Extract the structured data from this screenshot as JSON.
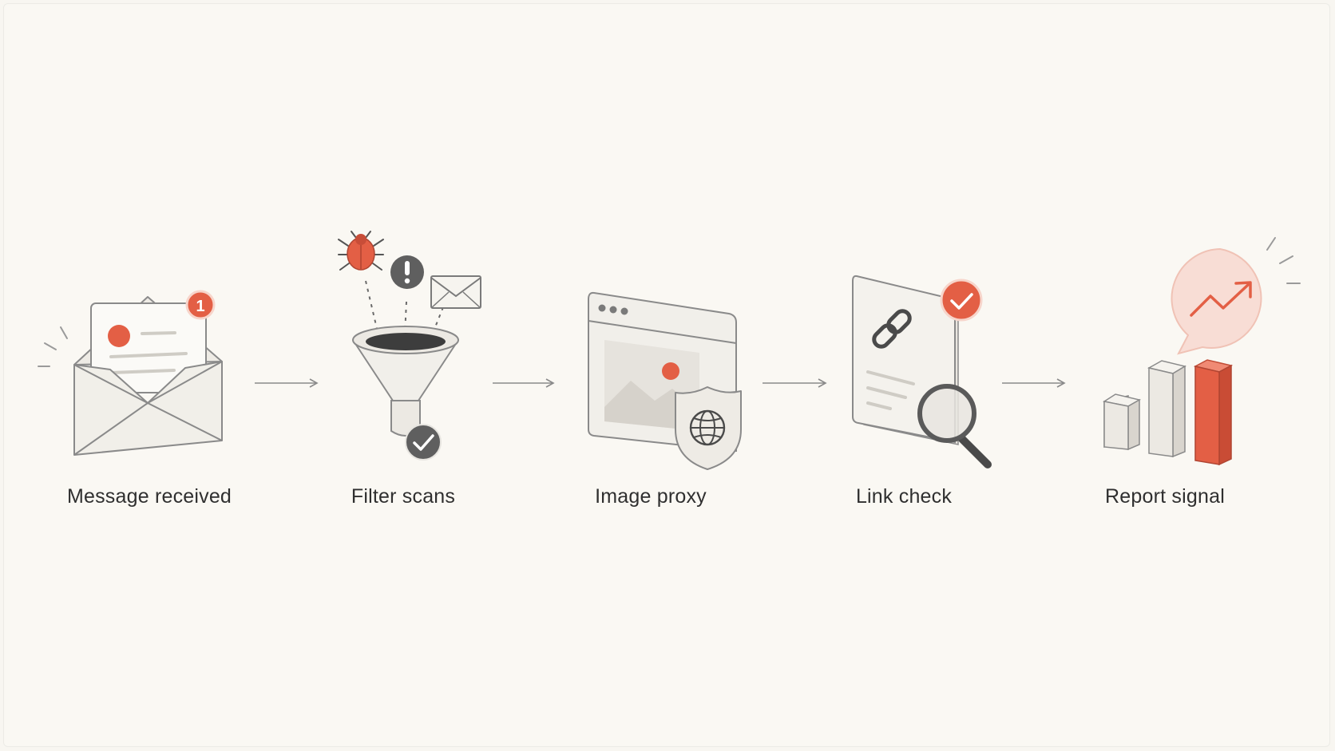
{
  "steps": [
    {
      "label": "Message received",
      "badge": "1"
    },
    {
      "label": "Filter scans"
    },
    {
      "label": "Image proxy"
    },
    {
      "label": "Link check"
    },
    {
      "label": "Report signal"
    }
  ],
  "colors": {
    "background": "#faf8f3",
    "accent": "#e35f45",
    "outline": "#8a8a8a",
    "fill": "#efede7",
    "dark": "#5f5f5f"
  },
  "icons": [
    "envelope-icon",
    "funnel-icon",
    "bug-icon",
    "alert-icon",
    "mail-icon",
    "check-icon",
    "browser-window-icon",
    "image-icon",
    "shield-globe-icon",
    "document-icon",
    "link-icon",
    "magnifier-icon",
    "bar-chart-icon",
    "trend-bubble-icon"
  ]
}
